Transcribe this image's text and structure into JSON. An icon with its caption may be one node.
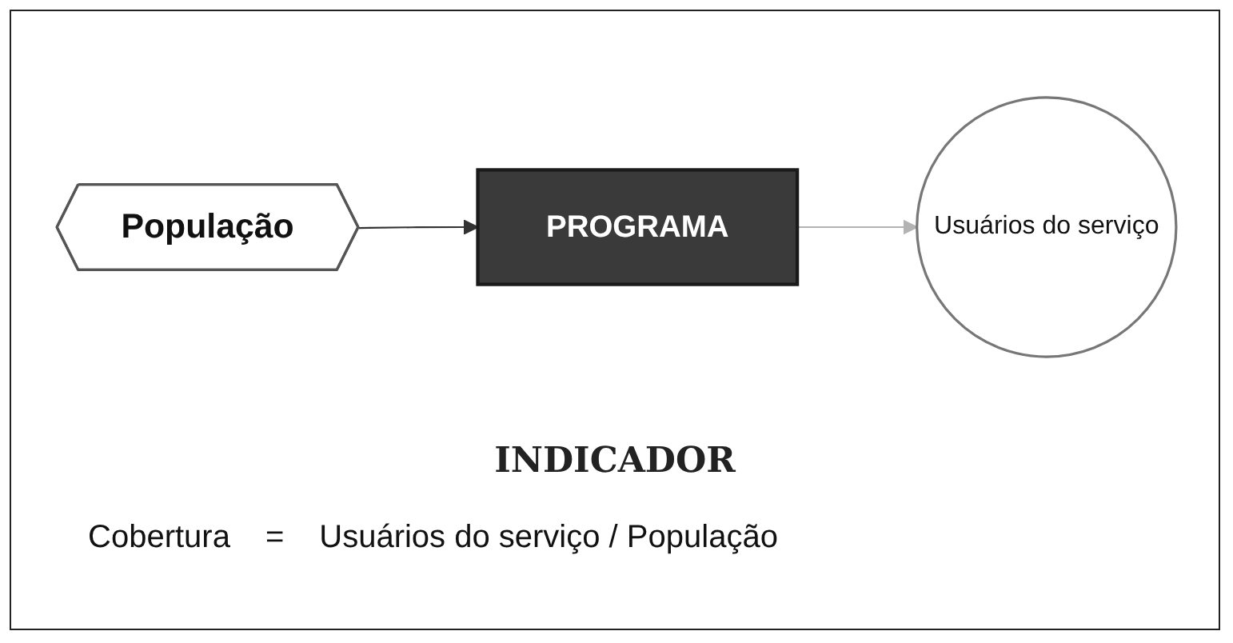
{
  "diagram": {
    "nodes": [
      {
        "text": [
          "População"
        ]
      },
      {
        "text": [
          "PROGRAMA"
        ]
      },
      {
        "text": [
          "Usuários do serviço"
        ]
      }
    ],
    "edges": [
      {
        "from": 0,
        "to": 1,
        "arrow": "to",
        "color": "#333333"
      },
      {
        "from": 1,
        "to": 2,
        "arrow": "to",
        "color": "#b3b3b3"
      }
    ],
    "labels": [
      "INDICADOR",
      "Cobertura",
      "=",
      "Usuários do serviço / População"
    ]
  }
}
